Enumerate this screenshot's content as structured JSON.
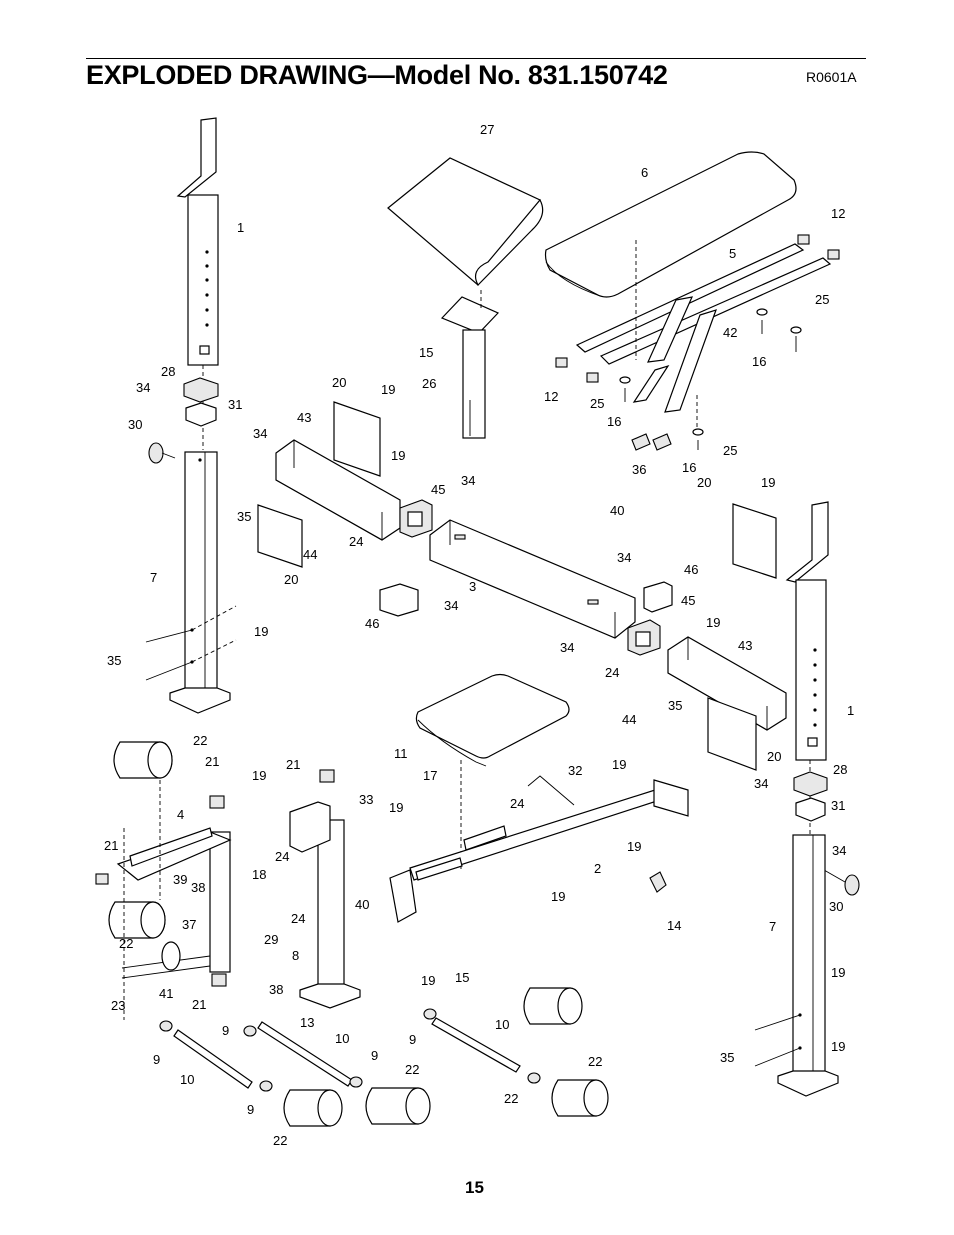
{
  "header": {
    "title": "EXPLODED DRAWING—Model No. 831.150742",
    "reference": "R0601A"
  },
  "page_number": "15",
  "callouts": [
    "27",
    "6",
    "12",
    "1",
    "5",
    "25",
    "42",
    "16",
    "12",
    "28",
    "25",
    "16",
    "20",
    "19",
    "43",
    "26",
    "15",
    "34",
    "31",
    "34",
    "30",
    "36",
    "16",
    "25",
    "19",
    "20",
    "19",
    "45",
    "34",
    "40",
    "35",
    "44",
    "24",
    "20",
    "34",
    "7",
    "46",
    "3",
    "34",
    "45",
    "46",
    "19",
    "35",
    "19",
    "34",
    "43",
    "24",
    "44",
    "35",
    "1",
    "20",
    "22",
    "11",
    "32",
    "21",
    "19",
    "21",
    "28",
    "17",
    "19",
    "33",
    "34",
    "31",
    "4",
    "19",
    "24",
    "34",
    "21",
    "39",
    "38",
    "24",
    "18",
    "40",
    "2",
    "19",
    "30",
    "37",
    "29",
    "22",
    "24",
    "8",
    "14",
    "7",
    "15",
    "19",
    "19",
    "41",
    "23",
    "21",
    "38",
    "13",
    "10",
    "19",
    "9",
    "10",
    "9",
    "35",
    "22",
    "19",
    "10",
    "9",
    "22",
    "9",
    "22",
    "9",
    "22"
  ]
}
